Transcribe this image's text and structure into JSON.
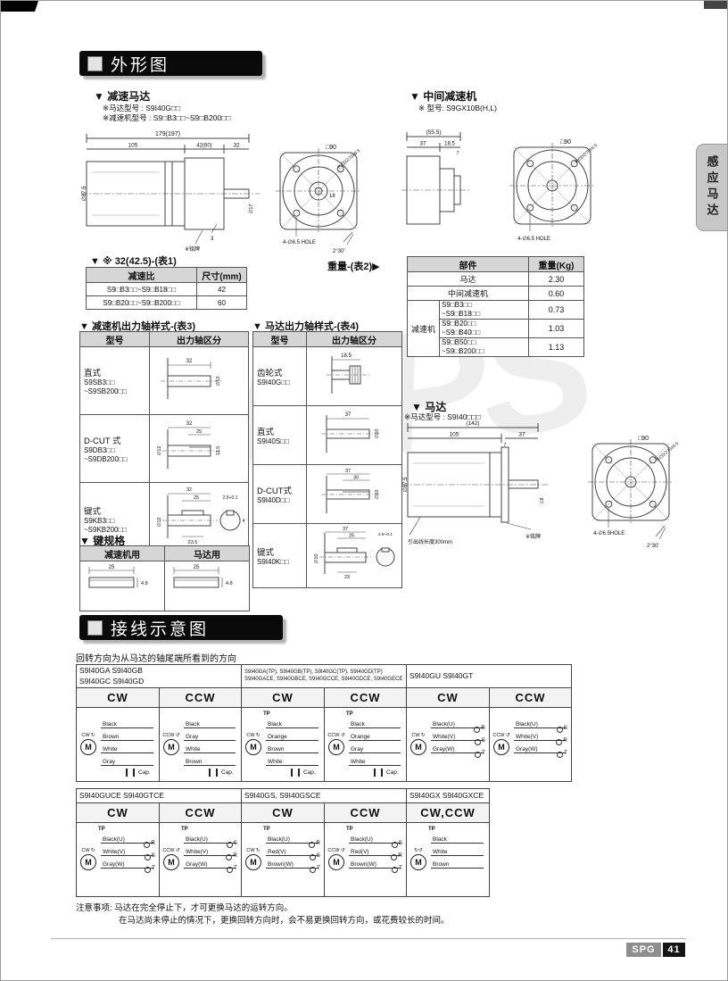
{
  "page": {
    "side_tab": "感应马达",
    "watermark": "WAPS",
    "footer": {
      "brand": "SPG",
      "number": "41"
    }
  },
  "outline": {
    "title": "外形图",
    "gear_motor": {
      "label": "▼ 减速马达",
      "notes": [
        "※马达型号 : S9I40G□□",
        "※减速机型号 : S9□B3□□~S9□B200□□"
      ],
      "dims": {
        "total": "179(197)",
        "motor_len": "105",
        "gear_len": "42(60)",
        "shaft_len": "32",
        "body_dia": "∅87.5",
        "shaft_dia": "∅17",
        "gap": "3",
        "plate": "※铭牌",
        "square": "□90",
        "pcd": "P.CD∅70±0.5",
        "boss": "18",
        "holes": "4-∅6.5 HOLE",
        "angle": "2°30′"
      }
    },
    "mid_gear": {
      "label": "▼ 中间减速机",
      "note": "※ 型号: S9GX10B(H,L)",
      "dims": {
        "total": "(55.5)",
        "len": "37",
        "boss": "18.5",
        "lip": "7",
        "square": "□90",
        "pcd": "P.CD∅70±0.5",
        "holes": "4-∅6.5 HOLE"
      }
    },
    "table1": {
      "caption": "▼ ※ 32(42.5)-(表1)",
      "headers": [
        "减速比",
        "尺寸(mm)"
      ],
      "rows": [
        [
          "S9□B3□□~S9□B18□□",
          "42"
        ],
        [
          "S9□B20□□~S9□B200□□",
          "60"
        ]
      ]
    },
    "weight_label": "重量-(表2)▶",
    "table2": {
      "headers": [
        "部件",
        "重量(Kg)"
      ],
      "rows_simple": [
        [
          "马达",
          "2.30"
        ],
        [
          "中间减速机",
          "0.60"
        ]
      ],
      "group_label": "减速机",
      "rows_group": [
        [
          "S9□B3□□",
          "~S9□B18□□",
          "0.73"
        ],
        [
          "S9□B20□□",
          "~S9□B40□□",
          "1.03"
        ],
        [
          "S9□B50□□",
          "~S9□B200□□",
          "1.13"
        ]
      ]
    },
    "table3": {
      "caption": "▼ 减速机出力轴样式-(表3)",
      "headers": [
        "型号",
        "出力轴区分"
      ],
      "rows": [
        {
          "type": "直式",
          "models": [
            "S9SB3□□",
            "~S9SB200□□"
          ],
          "dims": [
            "32",
            "∅12"
          ]
        },
        {
          "type": "D-CUT 式",
          "models": [
            "S9DB3□□",
            "~S9DB200□□"
          ],
          "dims": [
            "32",
            "25",
            "∅12",
            "11.5"
          ]
        },
        {
          "type": "键式",
          "models": [
            "S9KB3□□",
            "~S9KB200□□"
          ],
          "dims": [
            "32",
            "25",
            "23.5",
            "∅12",
            "2.5+0.1",
            "4"
          ]
        }
      ]
    },
    "table4": {
      "caption": "▼ 马达出力轴样式-(表4)",
      "headers": [
        "型号",
        "出力轴区分"
      ],
      "rows": [
        {
          "type": "齿轮式",
          "models": [
            "S9I40G□□"
          ],
          "dims": [
            "18.5"
          ]
        },
        {
          "type": "直式",
          "models": [
            "S9I40S□□"
          ],
          "dims": [
            "37",
            "∅10"
          ]
        },
        {
          "type": "D-CUT式",
          "models": [
            "S9I40D□□"
          ],
          "dims": [
            "37",
            "30",
            "∅10"
          ]
        },
        {
          "type": "键式",
          "models": [
            "S9I40K□□"
          ],
          "dims": [
            "37",
            "25",
            "23",
            "∅10",
            "2.5+0.1"
          ]
        }
      ]
    },
    "motor": {
      "label": "▼ 马达",
      "note": "※马达型号 : S9I40□□□",
      "dims": {
        "total": "(142)",
        "motor_len": "105",
        "shaft_len": "37",
        "lip": "7",
        "body_dia": "∅87.5",
        "shaft_dia": "∅8",
        "lead": "引出线长度300mm",
        "plate": "※铭牌",
        "square": "□90",
        "pcd": "P.CD∅70±0.5",
        "holes": "4-∅6.5HOLE",
        "angle": "2°30′"
      }
    },
    "key_spec": {
      "label": "▼ 键规格",
      "columns": [
        {
          "header": "减速机用",
          "dims": [
            "25",
            "4.8"
          ]
        },
        {
          "header": "马达用",
          "dims": [
            "25",
            "4.8"
          ]
        }
      ]
    }
  },
  "wiring": {
    "title": "接线示意图",
    "intro": "回转方向为从马达的轴尾端所看到的方向",
    "motor_label": "M",
    "tp_label": "TP",
    "cap_label": "Cap.",
    "rows": [
      {
        "groups": [
          {
            "header": [
              "S9I40GA  S9I40GB",
              "S9I40GC  S9I40GD"
            ],
            "cells": [
              {
                "dir": "CW",
                "tp": false,
                "cap": true,
                "wires": [
                  {
                    "label": "Black"
                  },
                  {
                    "label": "Brown"
                  },
                  {
                    "label": "White"
                  },
                  {
                    "label": "Gray"
                  }
                ]
              },
              {
                "dir": "CCW",
                "tp": false,
                "cap": true,
                "wires": [
                  {
                    "label": "Black"
                  },
                  {
                    "label": "Gray"
                  },
                  {
                    "label": "White"
                  },
                  {
                    "label": "Brown"
                  }
                ]
              }
            ]
          },
          {
            "header": [
              "S9I40GA(TP), S9I40GB(TP), S9I40GC(TP), S9I40GD(TP)",
              "S9I40GACE, S9I40GBCE, S9I40GCCE, S9I40GDCE, S9I40GECE"
            ],
            "cells": [
              {
                "dir": "CW",
                "tp": true,
                "cap": true,
                "wires": [
                  {
                    "label": "Black"
                  },
                  {
                    "label": "Orange"
                  },
                  {
                    "label": "Brown"
                  },
                  {
                    "label": "White"
                  }
                ]
              },
              {
                "dir": "CCW",
                "tp": true,
                "cap": true,
                "wires": [
                  {
                    "label": "Black"
                  },
                  {
                    "label": "Orange"
                  },
                  {
                    "label": "Gray"
                  },
                  {
                    "label": "White"
                  }
                ]
              }
            ]
          },
          {
            "header": [
              "S9I40GU  S9I40GT"
            ],
            "cells": [
              {
                "dir": "CW",
                "tp": false,
                "cap": false,
                "wires": [
                  {
                    "label": "Black(U)",
                    "term": "R"
                  },
                  {
                    "label": "White(V)",
                    "term": "S"
                  },
                  {
                    "label": "Gray(W)",
                    "term": "T"
                  }
                ]
              },
              {
                "dir": "CCW",
                "tp": false,
                "cap": false,
                "wires": [
                  {
                    "label": "Black(U)",
                    "term": "S"
                  },
                  {
                    "label": "White(V)",
                    "term": "R"
                  },
                  {
                    "label": "Gray(W)",
                    "term": "T"
                  }
                ]
              }
            ]
          }
        ]
      },
      {
        "groups": [
          {
            "header": [
              "S9I40GUCE  S9I40GTCE"
            ],
            "cells": [
              {
                "dir": "CW",
                "tp": true,
                "cap": false,
                "wires": [
                  {
                    "label": "Black(U)",
                    "term": "R"
                  },
                  {
                    "label": "White(V)",
                    "term": "S"
                  },
                  {
                    "label": "Gray(W)",
                    "term": "T"
                  }
                ]
              },
              {
                "dir": "CCW",
                "tp": true,
                "cap": false,
                "wires": [
                  {
                    "label": "Black(U)",
                    "term": "S"
                  },
                  {
                    "label": "White(V)",
                    "term": "R"
                  },
                  {
                    "label": "Gray(W)",
                    "term": "T"
                  }
                ]
              }
            ]
          },
          {
            "header": [
              "S9I40GS,  S9I40GSCE"
            ],
            "cells": [
              {
                "dir": "CW",
                "tp": true,
                "cap": false,
                "wires": [
                  {
                    "label": "Black(U)",
                    "term": "R"
                  },
                  {
                    "label": "Red(V)",
                    "term": "S"
                  },
                  {
                    "label": "Brown(W)",
                    "term": "T"
                  }
                ]
              },
              {
                "dir": "CCW",
                "tp": true,
                "cap": false,
                "wires": [
                  {
                    "label": "Black(U)",
                    "term": "S"
                  },
                  {
                    "label": "Red(V)",
                    "term": "R"
                  },
                  {
                    "label": "Brown(W)",
                    "term": "T"
                  }
                ]
              }
            ]
          },
          {
            "header": [
              "S9I40GX  S9I40GXCE"
            ],
            "cells": [
              {
                "dir": "CW,CCW",
                "tp": true,
                "cap": false,
                "wires": [
                  {
                    "label": "Black"
                  },
                  {
                    "label": "White"
                  },
                  {
                    "label": "Brown"
                  }
                ]
              }
            ]
          }
        ]
      }
    ],
    "notes": [
      "注意事项:  马达在完全停止下，才可更换马达的运转方向。",
      "在马达尚未停止的情况下，更换回转方向时，会不易更换回转方向，或花费较长的时间。"
    ]
  }
}
